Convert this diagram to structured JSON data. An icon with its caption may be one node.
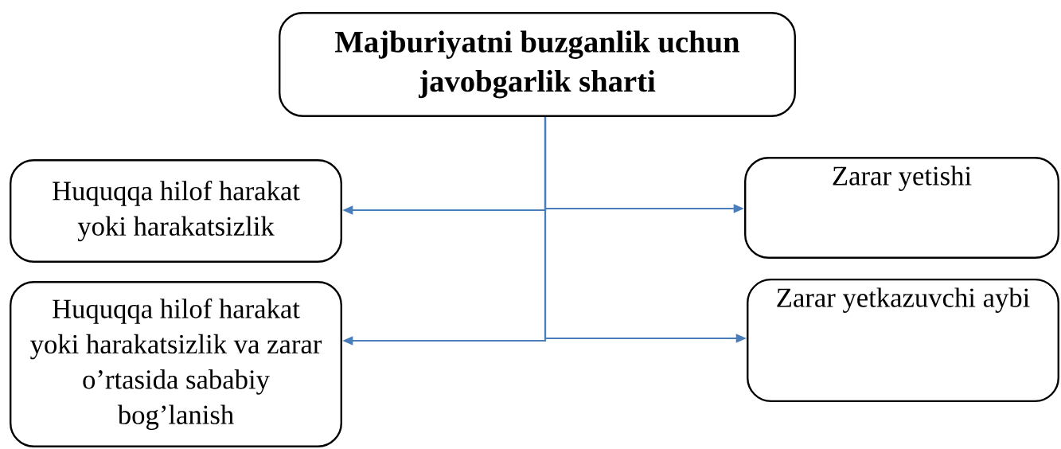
{
  "diagram": {
    "nodes": [
      {
        "text": [
          "Majburiyatni buzganlik uchun javobgarlik sharti"
        ]
      },
      {
        "text": [
          "Huquqqa hilof harakat yoki harakatsizlik"
        ]
      },
      {
        "text": [
          "Zarar yetishi"
        ]
      },
      {
        "text": [
          "Huquqqa hilof harakat yoki harakatsizlik va zarar o’rtasida sababiy bog’lanish"
        ]
      },
      {
        "text": [
          "Zarar yetkazuvchi aybi"
        ]
      }
    ],
    "edges": [
      {
        "from": 0,
        "to": 1,
        "arrow": "to"
      },
      {
        "from": 0,
        "to": 2,
        "arrow": "to"
      },
      {
        "from": 0,
        "to": 3,
        "arrow": "to"
      },
      {
        "from": 0,
        "to": 4,
        "arrow": "to"
      }
    ]
  }
}
